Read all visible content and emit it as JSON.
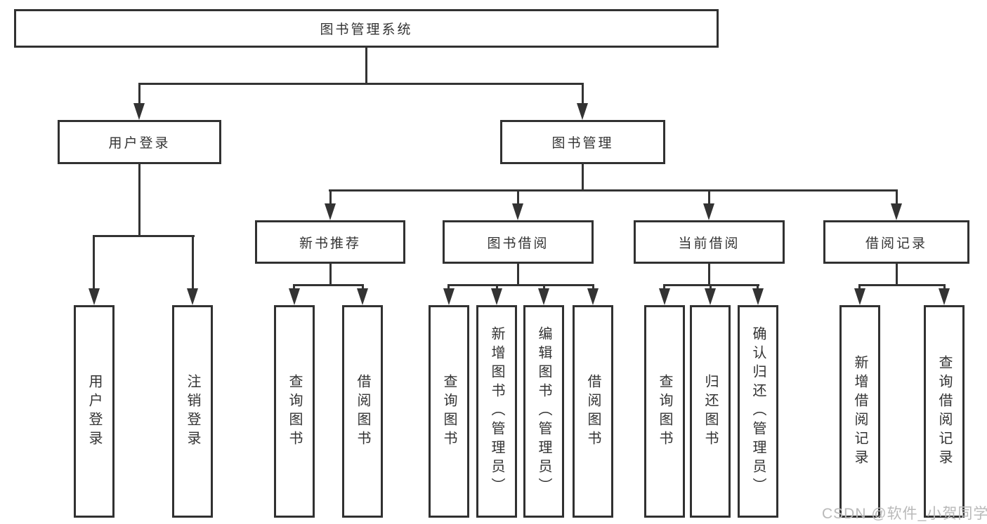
{
  "diagram_title": "图书管理系统",
  "watermark": "CSDN @软件_小贺同学",
  "colors": {
    "line": "#333333",
    "box_border": "#313131",
    "box_fill": "#ffffff",
    "text": "#333333",
    "watermark": "#b9b9b9"
  },
  "tree": {
    "label": "图书管理系统",
    "children": [
      {
        "label": "用户登录",
        "children": [
          {
            "label": "用户登录"
          },
          {
            "label": "注销登录"
          }
        ]
      },
      {
        "label": "图书管理",
        "children": [
          {
            "label": "新书推荐",
            "children": [
              {
                "label": "查询图书"
              },
              {
                "label": "借阅图书"
              }
            ]
          },
          {
            "label": "图书借阅",
            "children": [
              {
                "label": "查询图书"
              },
              {
                "label": "新增图书（管理员）"
              },
              {
                "label": "编辑图书（管理员）"
              },
              {
                "label": "借阅图书"
              }
            ]
          },
          {
            "label": "当前借阅",
            "children": [
              {
                "label": "查询图书"
              },
              {
                "label": "归还图书"
              },
              {
                "label": "确认归还（管理员）"
              }
            ]
          },
          {
            "label": "借阅记录",
            "children": [
              {
                "label": "新增借阅记录"
              },
              {
                "label": "查询借阅记录"
              }
            ]
          }
        ]
      }
    ]
  }
}
